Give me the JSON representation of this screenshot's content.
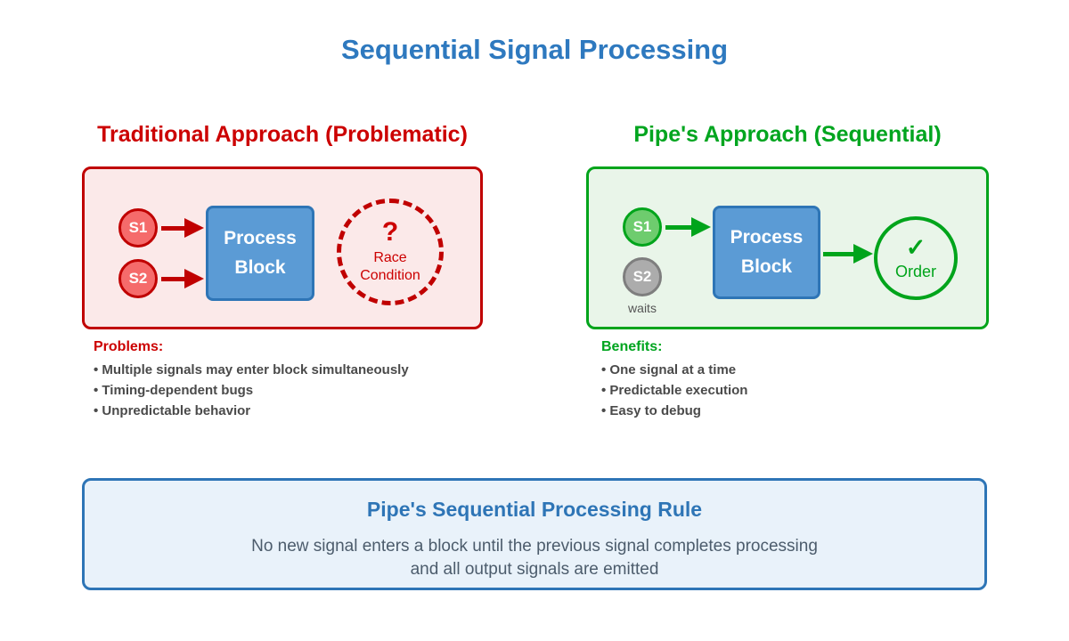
{
  "title": "Sequential Signal Processing",
  "colors": {
    "title_blue": "#2e79bf",
    "red_accent": "#cc0000",
    "red_border": "#c00000",
    "red_panel_bg": "#fbe9e9",
    "red_circle_fill": "#f56b6b",
    "green_accent": "#00a51f",
    "green_border": "#00a41b",
    "green_panel_bg": "#e9f5e9",
    "green_circle_fill": "#6ecc6e",
    "gray_circle_fill": "#acacac",
    "block_fill": "#5b9bd5",
    "block_border": "#2e75b6",
    "rule_box_bg": "#e9f2fa",
    "rule_text": "#4c5c6c"
  },
  "left": {
    "heading": "Traditional Approach (Problematic)",
    "s1": "S1",
    "s2": "S2",
    "block_line1": "Process",
    "block_line2": "Block",
    "race_q": "?",
    "race_line1": "Race",
    "race_line2": "Condition",
    "notes_title": "Problems:",
    "notes": [
      "• Multiple signals may enter block simultaneously",
      "• Timing-dependent bugs",
      "• Unpredictable behavior"
    ]
  },
  "right": {
    "heading": "Pipe's Approach (Sequential)",
    "s1": "S1",
    "s2": "S2",
    "waits": "waits",
    "block_line1": "Process",
    "block_line2": "Block",
    "check": "✓",
    "order": "Order",
    "notes_title": "Benefits:",
    "notes": [
      "• One signal at a time",
      "• Predictable execution",
      "• Easy to debug"
    ]
  },
  "rule": {
    "title": "Pipe's Sequential Processing Rule",
    "line1": "No new signal enters a block until the previous signal completes processing",
    "line2": "and all output signals are emitted"
  }
}
